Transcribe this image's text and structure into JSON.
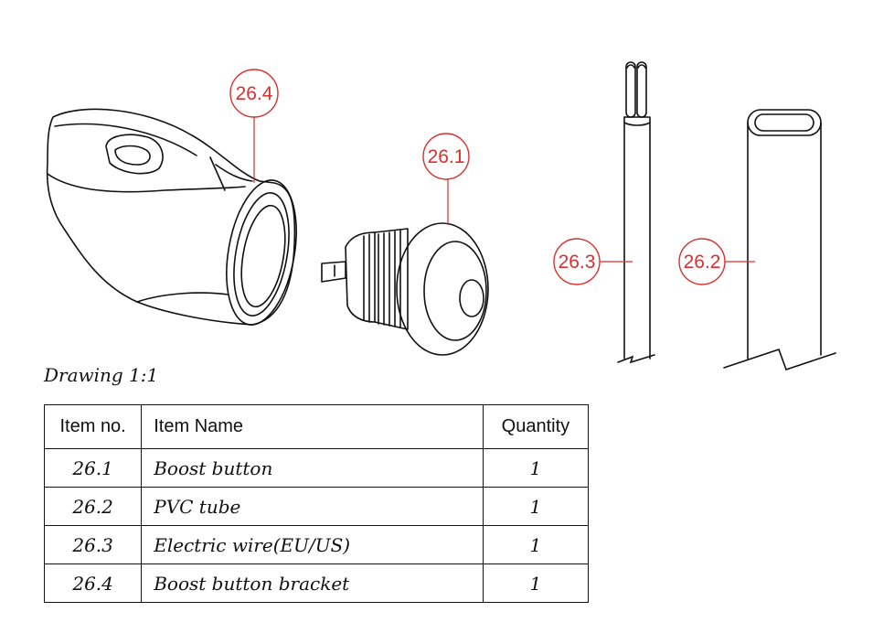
{
  "callouts": [
    {
      "id": "c264",
      "label": "26.4"
    },
    {
      "id": "c261",
      "label": "26.1"
    },
    {
      "id": "c263",
      "label": "26.3"
    },
    {
      "id": "c262",
      "label": "26.2"
    }
  ],
  "drawing_scale": "Drawing 1:1",
  "table": {
    "headers": {
      "item_no": "Item no.",
      "item_name": "Item Name",
      "quantity": "Quantity"
    },
    "rows": [
      {
        "item_no": "26.1",
        "item_name": "Boost button",
        "quantity": "1"
      },
      {
        "item_no": "26.2",
        "item_name": "PVC tube",
        "quantity": "1"
      },
      {
        "item_no": "26.3",
        "item_name": "Electric wire(EU/US)",
        "quantity": "1"
      },
      {
        "item_no": "26.4",
        "item_name": "Boost button bracket",
        "quantity": "1"
      }
    ]
  },
  "colors": {
    "callout": "#d9302f",
    "line": "#111111"
  }
}
